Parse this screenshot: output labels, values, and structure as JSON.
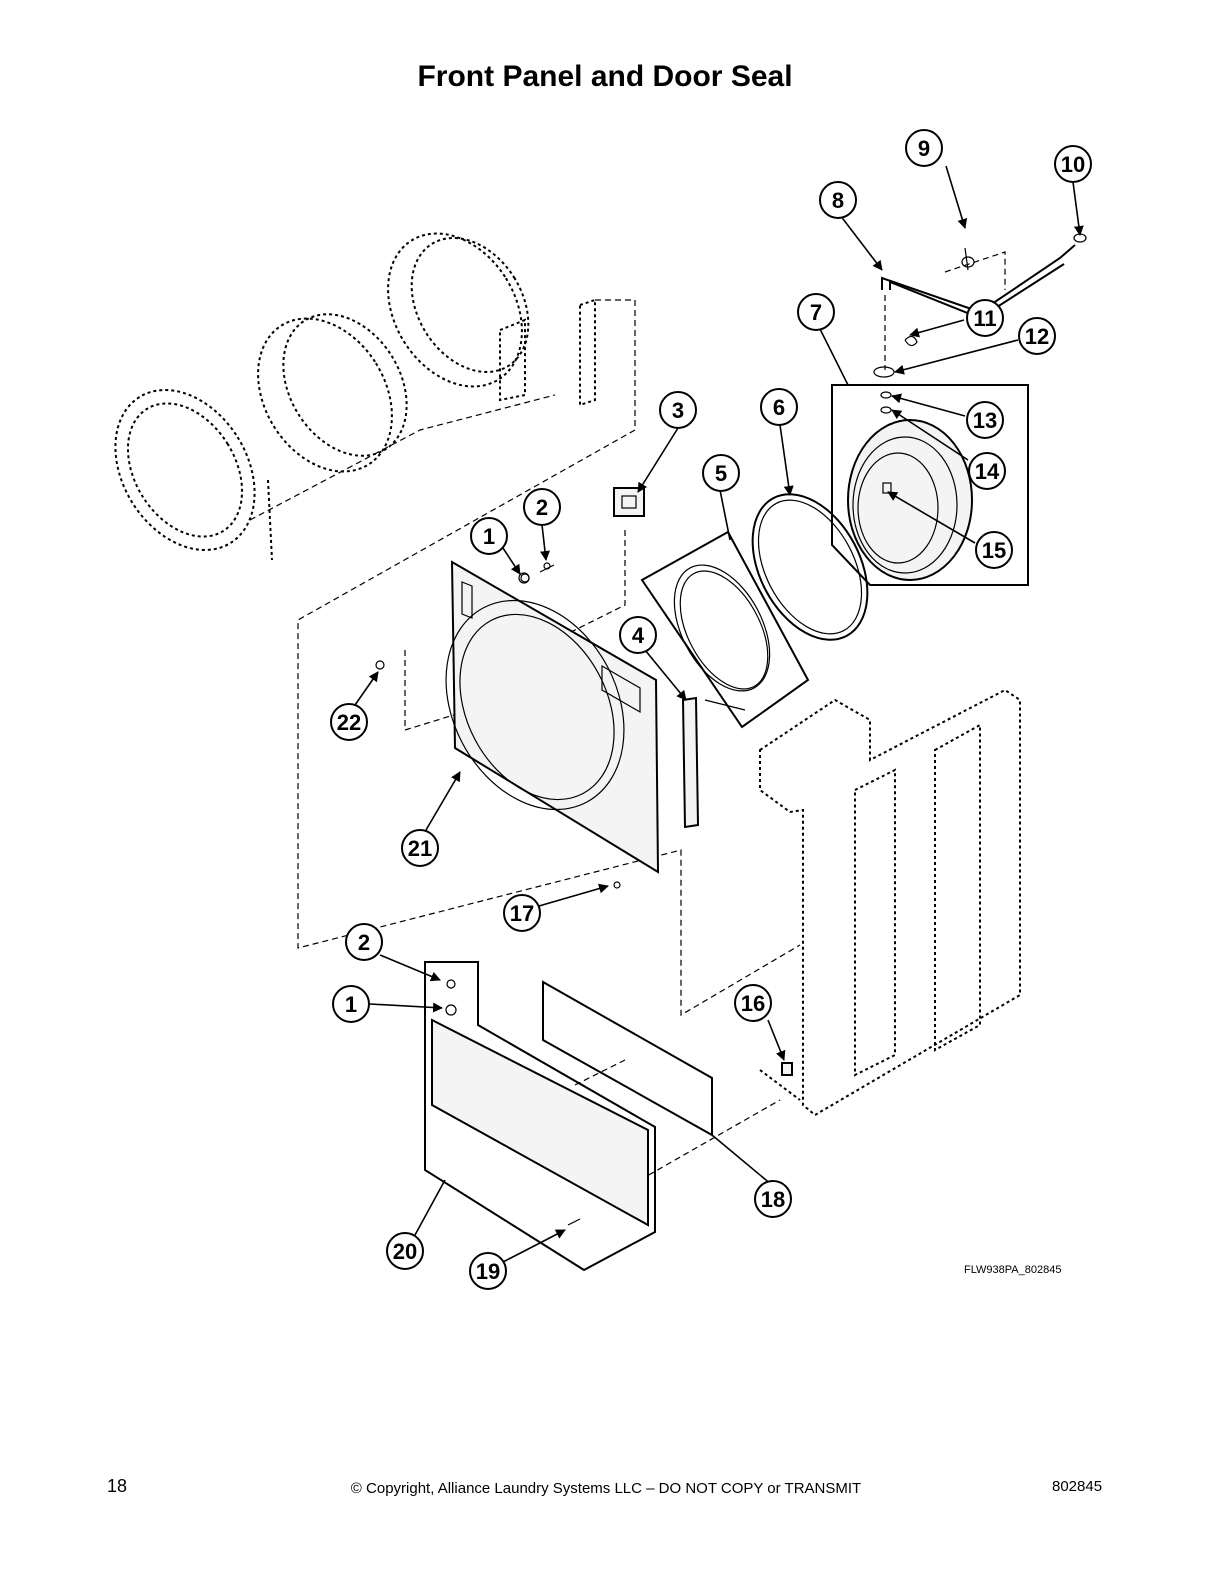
{
  "title": "Front Panel and Door Seal",
  "figure_id": "FLW938PA_802845",
  "footer": {
    "page_number": "18",
    "copyright": "© Copyright, Alliance Laundry Systems LLC – DO NOT COPY or TRANSMIT",
    "doc_number": "802845"
  },
  "callouts": [
    "1",
    "2",
    "3",
    "4",
    "5",
    "6",
    "7",
    "8",
    "9",
    "10",
    "11",
    "12",
    "13",
    "14",
    "15",
    "16",
    "17",
    "18",
    "19",
    "20",
    "21",
    "22"
  ]
}
